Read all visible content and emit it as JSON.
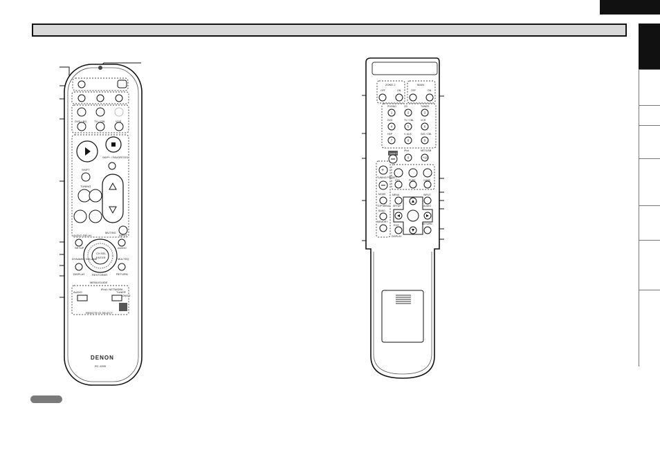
{
  "page": {
    "language_tab": "",
    "section_title": ""
  },
  "remote_left": {
    "brand": "DENON",
    "model": "RC-1099",
    "labels": {
      "dvd_bd": "DVD / BD",
      "tv_cbl": "TV / CBL",
      "vcr": "VCR",
      "shift": "SHIFT",
      "tuning": "TUNING",
      "skip_favorites": "SKIP+ / FAVORITES",
      "muting": "MUTING",
      "audio_delay": "AUDIO DELAY",
      "setup": "SETUP",
      "input": "INPUT",
      "audio": "AUDIO",
      "dynamic_volume": "DYNAMIC VOLUME",
      "multeq": "MULTEQ",
      "display": "DISPLAY",
      "return": "RETURN",
      "restorer": "RESTORER",
      "menu_guide": "MENU/GUIDE",
      "enter": "ENTER",
      "ch_sel": "CH SEL",
      "ipod_network": "iPod / NETWORK",
      "tuner": "TUNER",
      "zone2": "ZONE 2",
      "audio_sw": "AUDIO",
      "remote_id_select": "REMOTE ID SELECT"
    }
  },
  "remote_right": {
    "labels": {
      "zone2": "ZONE 2",
      "main": "MAIN",
      "off": "OFF",
      "on": "ON",
      "phono": "PHONO",
      "cd": "CD",
      "tuner": "TUNER",
      "dvd": "DVD",
      "tv_cbl": "TV / CBL",
      "vcr": "VCR",
      "hdp": "HDP",
      "v_aux": "V. AUX",
      "sat_cbl": "SAT / CBL",
      "ipod": "iPod",
      "net_usb": "NET/USB",
      "shift": "SHIFT",
      "tuning_preset": "TUNING PRESET",
      "mode": "MODE",
      "top_menu": "TOP MENU",
      "band": "BAND",
      "memory": "MEMORY",
      "menu": "MENU",
      "setup": "SETUP",
      "exit": "EXIT",
      "display": "DISPLAY",
      "input": "INPUT",
      "audio": "AUDIO",
      "return": "RETURN",
      "std": "STD",
      "pure": "PURE",
      "dsp": "DSP",
      "game": "GAME"
    },
    "digits": [
      "1",
      "2",
      "3",
      "4",
      "5",
      "6",
      "7",
      "8",
      "9",
      "0",
      "+10"
    ]
  }
}
